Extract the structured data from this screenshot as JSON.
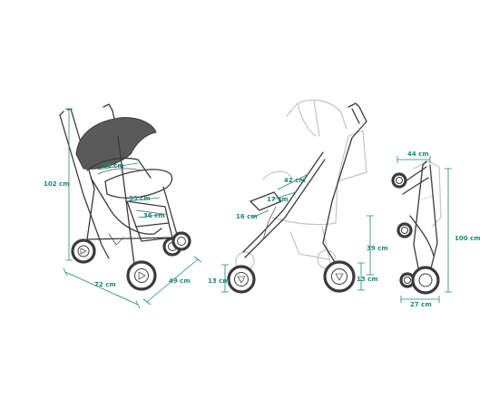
{
  "colors": {
    "dimension": "#1e8a70",
    "outline": "#3b3b3b",
    "ghost": "#c4c4c4"
  },
  "dimensions": {
    "front_height": "102 cm",
    "front_length": "72 cm",
    "front_width": "49 cm",
    "seat_width": "29 cm",
    "seat_depth": "33 cm",
    "backrest": "36 cm",
    "side_canopy": "42 cm",
    "side_armrest": "17 cm",
    "side_footrest": "16 cm",
    "side_seat_height": "39 cm",
    "side_front_wheel": "13 cm",
    "side_rear_wheel": "13 cm",
    "folded_depth": "44 cm",
    "folded_height": "100 cm",
    "folded_width": "27 cm"
  }
}
